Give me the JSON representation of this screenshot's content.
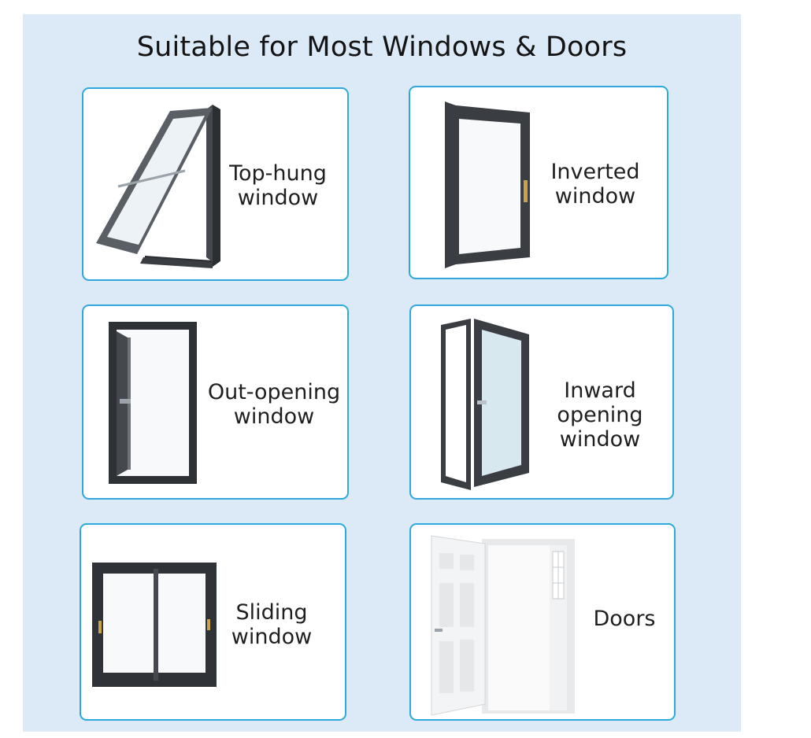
{
  "title": "Suitable for Most Windows & Doors",
  "cards": [
    {
      "lines": [
        "Top-hung",
        "window"
      ],
      "icon": "top-hung-window-icon"
    },
    {
      "lines": [
        "Inverted",
        "window"
      ],
      "icon": "inverted-window-icon"
    },
    {
      "lines": [
        "Out-opening",
        "window"
      ],
      "icon": "out-opening-window-icon"
    },
    {
      "lines": [
        "Inward",
        "opening",
        "window"
      ],
      "icon": "inward-opening-window-icon"
    },
    {
      "lines": [
        "Sliding",
        "window"
      ],
      "icon": "sliding-window-icon"
    },
    {
      "lines": [
        "Doors"
      ],
      "icon": "door-icon"
    }
  ],
  "colors": {
    "background": "#dbeaf6",
    "card_border": "#2ea9dd",
    "frame": "#3a3d42"
  }
}
